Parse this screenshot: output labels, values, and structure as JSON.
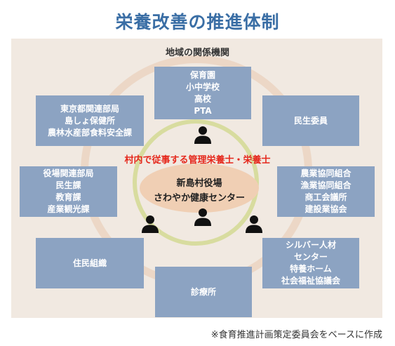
{
  "title": "栄養改善の推進体制",
  "region_label": "地域の関係機関",
  "center": {
    "ring_label": "村内で従事する管理栄養士・栄養士",
    "lines": [
      "新島村役場",
      "さわやか健康センター"
    ]
  },
  "boxes": {
    "top": [
      "保育園",
      "小中学校",
      "高校",
      "PTA"
    ],
    "upper_left": [
      "東京都関連部局",
      "島しょ保健所",
      "農林水産部食料安全課"
    ],
    "upper_right": [
      "民生委員"
    ],
    "middle_left": [
      "役場関連部局",
      "民生課",
      "教育課",
      "産業観光課"
    ],
    "middle_right": [
      "農業協同組合",
      "漁業協同組合",
      "商工会議所",
      "建設業協会"
    ],
    "lower_left": [
      "住民組織"
    ],
    "lower_right": [
      "シルバー人材",
      "センター",
      "特養ホーム",
      "社会福祉協議会"
    ],
    "bottom": [
      "診療所"
    ]
  },
  "footnote": "※食育推進計画策定委員会をベースに作成",
  "colors": {
    "title": "#3a6ea5",
    "panel_background": "#f1e9e1",
    "box": "#8ca3c2",
    "ring_outer": "#ecd7c6",
    "ring_inner": "#d8dc9f",
    "center_oval": "#f0cfb4",
    "red_label": "#e5281c",
    "person_icon": "#111111"
  },
  "icons": [
    "person-icon",
    "person-icon",
    "person-icon",
    "person-icon"
  ]
}
